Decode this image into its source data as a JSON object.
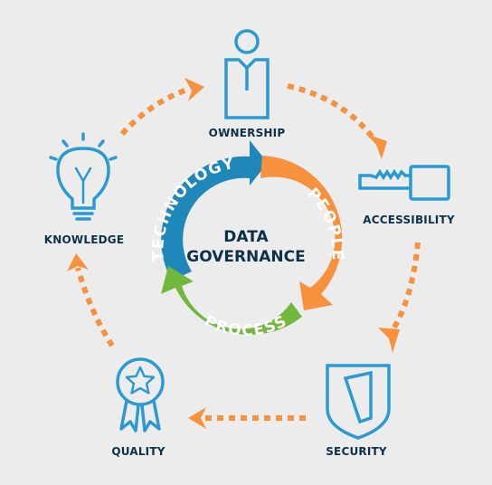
{
  "center": {
    "line1": "DATA",
    "line2": "GOVERNANCE"
  },
  "ring": {
    "segments": [
      {
        "label": "TECHNOLOGY",
        "color": "#1f88b8"
      },
      {
        "label": "PEOPLE",
        "color": "#f7913d"
      },
      {
        "label": "PROCESS",
        "color": "#72b83d"
      }
    ]
  },
  "nodes": {
    "ownership": {
      "label": "OWNERSHIP",
      "icon": "person-icon"
    },
    "accessibility": {
      "label": "ACCESSIBILITY",
      "icon": "key-icon"
    },
    "security": {
      "label": "SECURITY",
      "icon": "shield-icon"
    },
    "quality": {
      "label": "QUALITY",
      "icon": "award-ribbon-icon"
    },
    "knowledge": {
      "label": "KNOWLEDGE",
      "icon": "lightbulb-icon"
    }
  },
  "colors": {
    "background": "#ececec",
    "icon_stroke": "#2a9ad0",
    "text": "#0d3049",
    "arrow": "#f7913d"
  }
}
